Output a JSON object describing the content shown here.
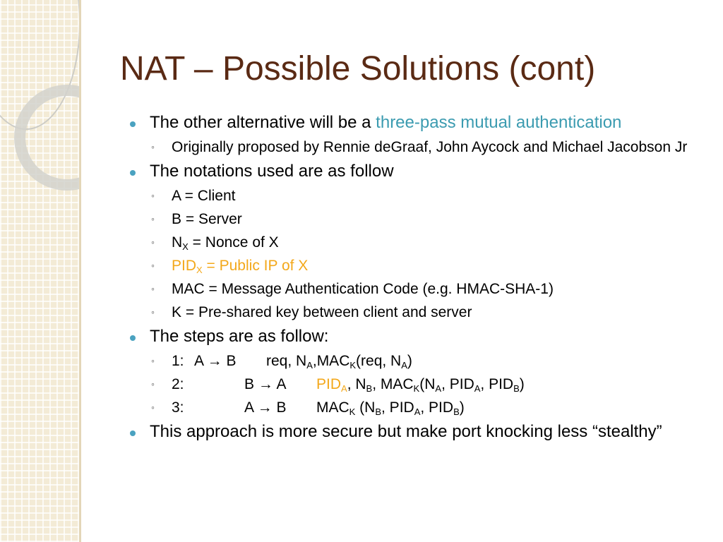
{
  "slide": {
    "title": "NAT – Possible Solutions (cont)",
    "bullets": {
      "b1": {
        "text": "The other alternative will be a ",
        "highlight": "three-pass mutual authentication"
      },
      "b1_sub1": "Originally proposed by Rennie deGraaf, John Aycock and Michael Jacobson Jr",
      "b2": "The notations used are as follow",
      "notation": {
        "a": "A = Client",
        "b": "B = Server",
        "n_main": "N",
        "n_sub": "X",
        "n_rest": " = Nonce of X",
        "pid_main": "PID",
        "pid_sub": "X",
        "pid_rest": " = Public IP of X",
        "mac": "MAC = Message Authentication Code (e.g. HMAC-SHA-1)",
        "k": "K = Pre-shared key between client and server"
      },
      "b3": "The steps are as follow:",
      "steps": {
        "s1": {
          "num": "1:",
          "dir": "A → B",
          "msg": [
            "req, N",
            "A",
            ",MAC",
            "K",
            "(req, N",
            "A",
            ")"
          ]
        },
        "s2": {
          "num": "2:",
          "dir": "B → A",
          "msg_pid": "PID",
          "msg_pid_sub": "A",
          "msg": [
            ", N",
            "B",
            ", MAC",
            "K",
            "(N",
            "A",
            ", PID",
            "A",
            ", PID",
            "B",
            ")"
          ]
        },
        "s3": {
          "num": "3:",
          "dir": "A → B",
          "msg": [
            "MAC",
            "K",
            " (N",
            "B",
            ", PID",
            "A",
            ", PID",
            "B",
            ")"
          ]
        }
      },
      "b4": "This approach is more secure but make port knocking less “stealthy”"
    }
  },
  "colors": {
    "title": "#5a2a14",
    "teal_accent": "#3b9bb0",
    "orange_accent": "#f3a81b",
    "bullet": "#4aa2c0",
    "sidebar": "#f3ebd6"
  }
}
